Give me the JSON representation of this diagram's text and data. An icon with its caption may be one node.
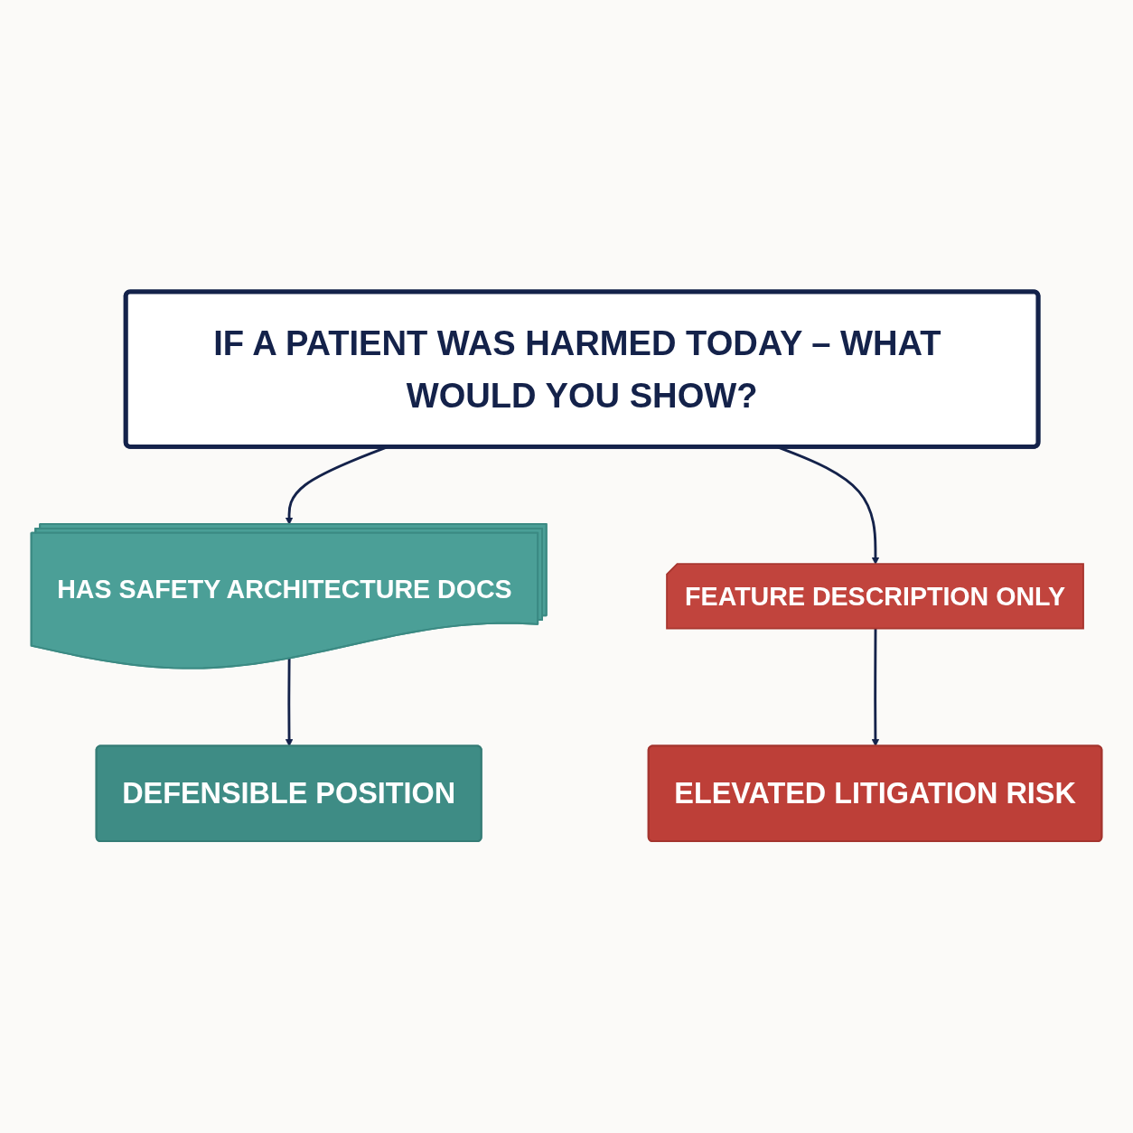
{
  "diagram": {
    "nodes": [
      {
        "text": [
          "IF A PATIENT WAS HARMED TODAY – WHAT WOULD YOU SHOW?"
        ]
      },
      {
        "text": [
          "HAS SAFETY ARCHITECTURE DOCS"
        ]
      },
      {
        "text": [
          "FEATURE DESCRIPTION ONLY"
        ]
      },
      {
        "text": [
          "DEFENSIBLE POSITION"
        ]
      },
      {
        "text": [
          "ELEVATED LITIGATION RISK"
        ]
      }
    ],
    "edges": [
      {
        "from": 0,
        "to": 1,
        "arrow": "to"
      },
      {
        "from": 0,
        "to": 2,
        "arrow": "to"
      },
      {
        "from": 1,
        "to": 3,
        "arrow": "to"
      },
      {
        "from": 2,
        "to": 4,
        "arrow": "to"
      }
    ]
  }
}
